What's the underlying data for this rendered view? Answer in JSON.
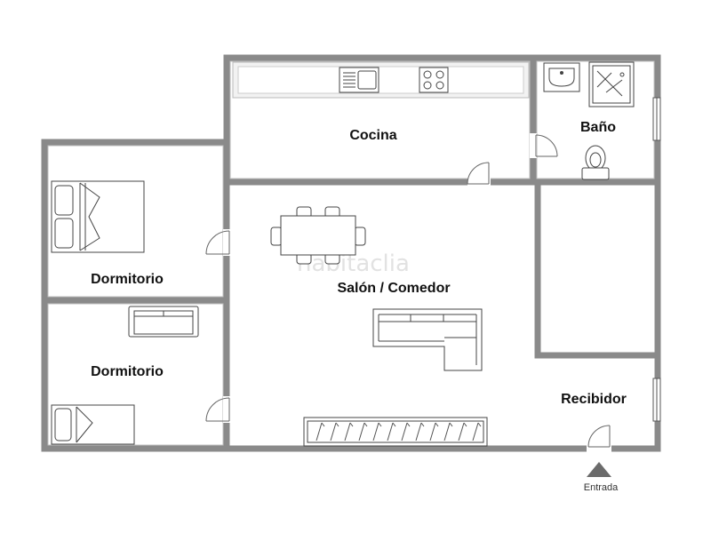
{
  "floor_plan": {
    "rooms": {
      "cocina": "Cocina",
      "bano": "Baño",
      "dormitorio_1": "Dormitorio",
      "dormitorio_2": "Dormitorio",
      "salon_comedor": "Salón / Comedor",
      "recibidor": "Recibidor"
    },
    "entrance_label": "Entrada",
    "watermark": "habitaclia",
    "colors": {
      "wall": "#8a8a8a",
      "furniture_stroke": "#444444",
      "entrance_marker": "#6b6b6b"
    }
  }
}
